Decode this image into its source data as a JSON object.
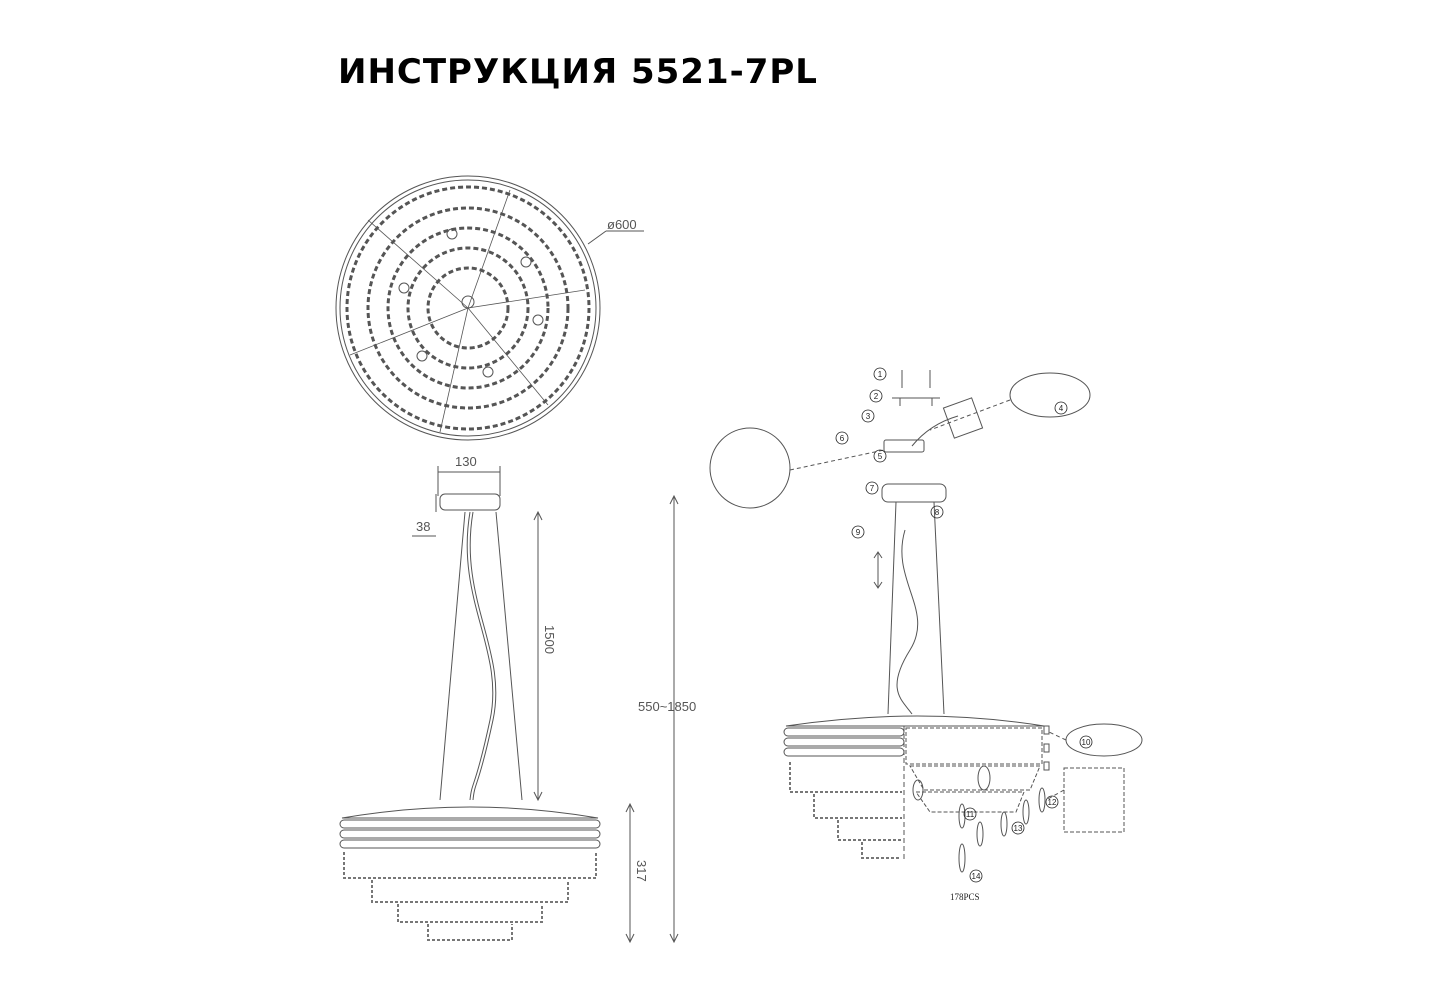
{
  "title": "ИНСТРУКЦИЯ 5521-7PL",
  "top_view": {
    "diameter_label": "ø600"
  },
  "side_view": {
    "canopy_width": "130",
    "canopy_height": "38",
    "cable_length": "1500",
    "total_height": "550~1850",
    "body_height": "317"
  },
  "assembly": {
    "steps": [
      "1",
      "2",
      "3",
      "4",
      "5",
      "6",
      "7",
      "8",
      "9",
      "10",
      "11",
      "12",
      "13",
      "14"
    ],
    "crystal_count": "178PCS"
  },
  "colors": {
    "ink": "#555555",
    "dark": "#222222",
    "title": "#000000"
  }
}
